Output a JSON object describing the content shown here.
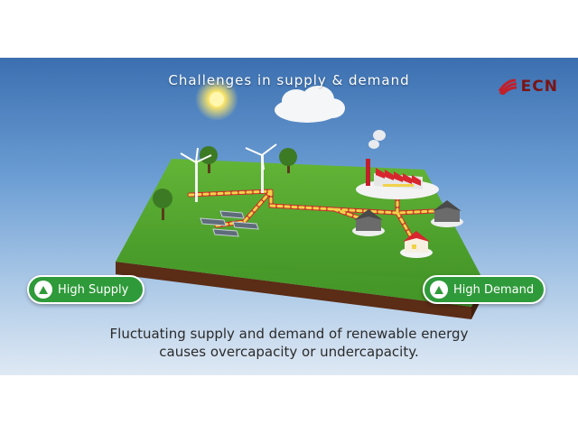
{
  "title": "Challenges in supply & demand",
  "logo": {
    "text": "ECN",
    "color": "#c0202a"
  },
  "labels": {
    "supply": "High Supply",
    "demand": "High Demand"
  },
  "caption": {
    "line1": "Fluctuating supply and demand of renewable energy",
    "line2": "causes overcapacity or undercapacity."
  },
  "colors": {
    "grass": "#3f9a2e",
    "soil": "#5b2c16",
    "pill_green": "#2f9a3a",
    "power_line": "#e8c23a",
    "roof_red": "#d8262e"
  }
}
